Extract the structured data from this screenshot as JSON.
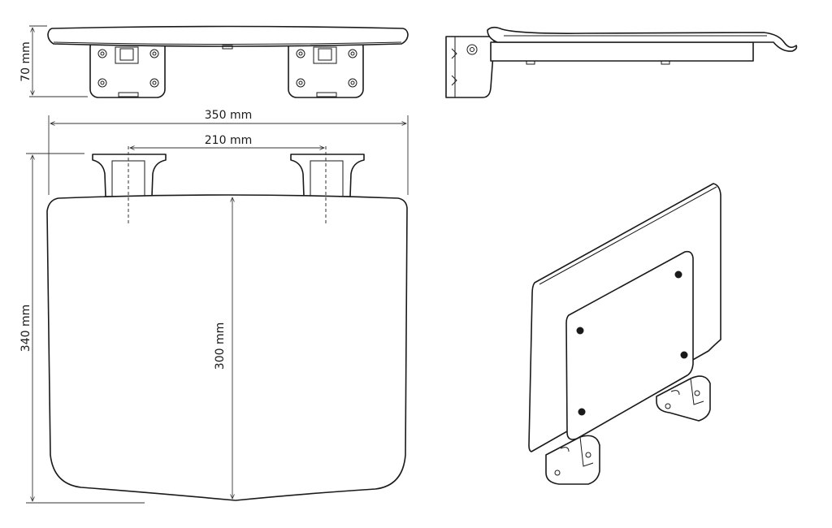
{
  "dimensions": {
    "height_top_view": "70 mm",
    "total_width": "350 mm",
    "bracket_spacing": "210 mm",
    "total_depth": "340 mm",
    "seat_depth": "300 mm"
  },
  "colors": {
    "line": "#1a1a1a",
    "background": "#ffffff"
  }
}
